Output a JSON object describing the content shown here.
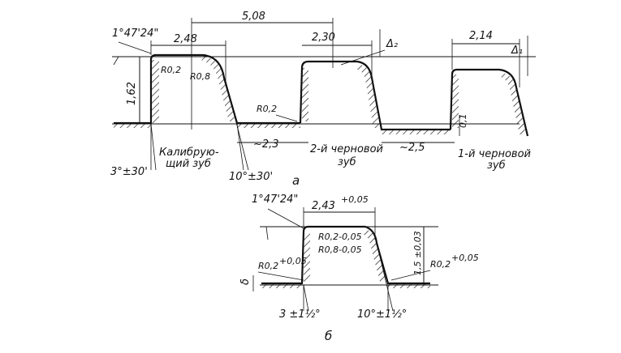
{
  "view_a": {
    "label": "а",
    "angle_top": "1°47'24\"",
    "pitch": "5,08",
    "calib_width": "2,48",
    "tooth2_width": "2,30",
    "tooth1_width": "2,14",
    "delta2": "Δ₂",
    "delta1": "Δ₁",
    "height": "1,62",
    "r02_a": "R0,2",
    "r08": "R0,8",
    "r02_b": "R0,2",
    "gap1": "~2,3",
    "gap2": "~2,5",
    "dim_01": "0,1",
    "angle_left": "3°±30'",
    "angle_right": "10°±30'",
    "calib_label_1": "Калибрую-",
    "calib_label_2": "щий  зуб",
    "tooth2_label_1": "2-й  черновой",
    "tooth2_label_2": "зуб",
    "tooth1_label_1": "1-й черновой",
    "tooth1_label_2": "зуб"
  },
  "view_b": {
    "label": "б",
    "angle_top": "1°47'24\"",
    "width": "2,43",
    "width_tol": "+0,05",
    "r_top_small": "R0,2-0,05",
    "r_top_large": "R0,8-0,05",
    "r_left": "R0,2",
    "r_left_tol": "+0,05",
    "r_right": "R0,2",
    "r_right_tol": "+0,05",
    "height": "1,5 ±0,03",
    "delta": "δ",
    "angle_left": "3 ±1½°",
    "angle_right": "10°±1½°"
  }
}
